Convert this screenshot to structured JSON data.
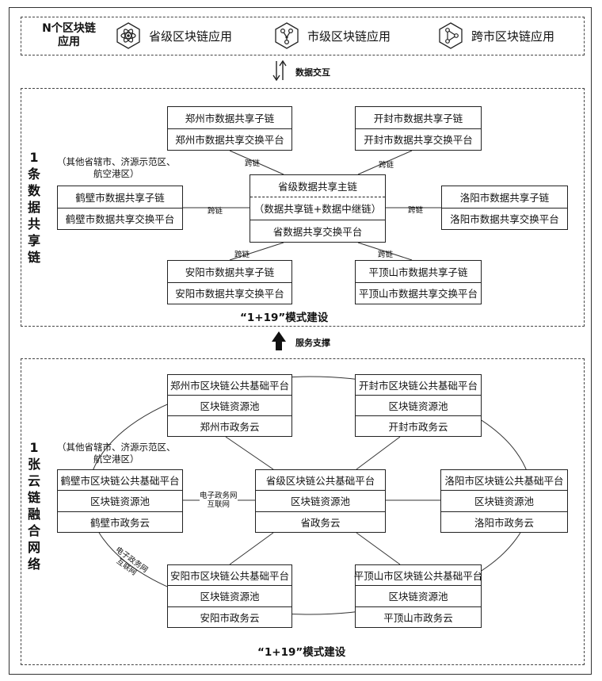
{
  "top": {
    "title_line1": "N个区块链",
    "title_line2": "应用",
    "apps": [
      {
        "label": "省级区块链应用",
        "icon": "atom-icon"
      },
      {
        "label": "市级区块链应用",
        "icon": "network-hexagon-icon"
      },
      {
        "label": "跨市区块链应用",
        "icon": "triangle-network-icon"
      }
    ]
  },
  "arrow1_label": "数据交互",
  "chain": {
    "side_label": [
      "1",
      "条",
      "数",
      "据",
      "共",
      "享",
      "链"
    ],
    "note": [
      "（其他省辖市、济源示范区、",
      "航空港区）"
    ],
    "center": [
      "省级数据共享主链",
      "（数据共享链+数据中继链）",
      "省数据共享交换平台"
    ],
    "cities": {
      "zhengzhou": [
        "郑州市数据共享子链",
        "郑州市数据共享交换平台"
      ],
      "kaifeng": [
        "开封市数据共享子链",
        "开封市数据共享交换平台"
      ],
      "hebi": [
        "鹤壁市数据共享子链",
        "鹤壁市数据共享交换平台"
      ],
      "luoyang": [
        "洛阳市数据共享子链",
        "洛阳市数据共享交换平台"
      ],
      "anyang": [
        "安阳市数据共享子链",
        "安阳市数据共享交换平台"
      ],
      "pingdingshan": [
        "平顶山市数据共享子链",
        "平顶山市数据共享交换平台"
      ]
    },
    "cross_label": "跨链",
    "mode": "“1+19”模式建设"
  },
  "arrow2_label": "服务支撑",
  "cloud": {
    "side_label": [
      "1",
      "张",
      "云",
      "链",
      "融",
      "合",
      "网",
      "络"
    ],
    "note": [
      "（其他省辖市、济源示范区、",
      "航空港区）"
    ],
    "center": [
      "省级区块链公共基础平台",
      "区块链资源池",
      "省政务云"
    ],
    "cities": {
      "zhengzhou": [
        "郑州市区块链公共基础平台",
        "区块链资源池",
        "郑州市政务云"
      ],
      "kaifeng": [
        "开封市区块链公共基础平台",
        "区块链资源池",
        "开封市政务云"
      ],
      "hebi": [
        "鹤壁市区块链公共基础平台",
        "区块链资源池",
        "鹤壁市政务云"
      ],
      "luoyang": [
        "洛阳市区块链公共基础平台",
        "区块链资源池",
        "洛阳市政务云"
      ],
      "anyang": [
        "安阳市区块链公共基础平台",
        "区块链资源池",
        "安阳市政务云"
      ],
      "pingdingshan": [
        "平顶山市区块链公共基础平台",
        "区块链资源池",
        "平顶山市政务云"
      ]
    },
    "net_label": [
      "电子政务网",
      "互联网"
    ],
    "mode": "“1+19”模式建设"
  }
}
